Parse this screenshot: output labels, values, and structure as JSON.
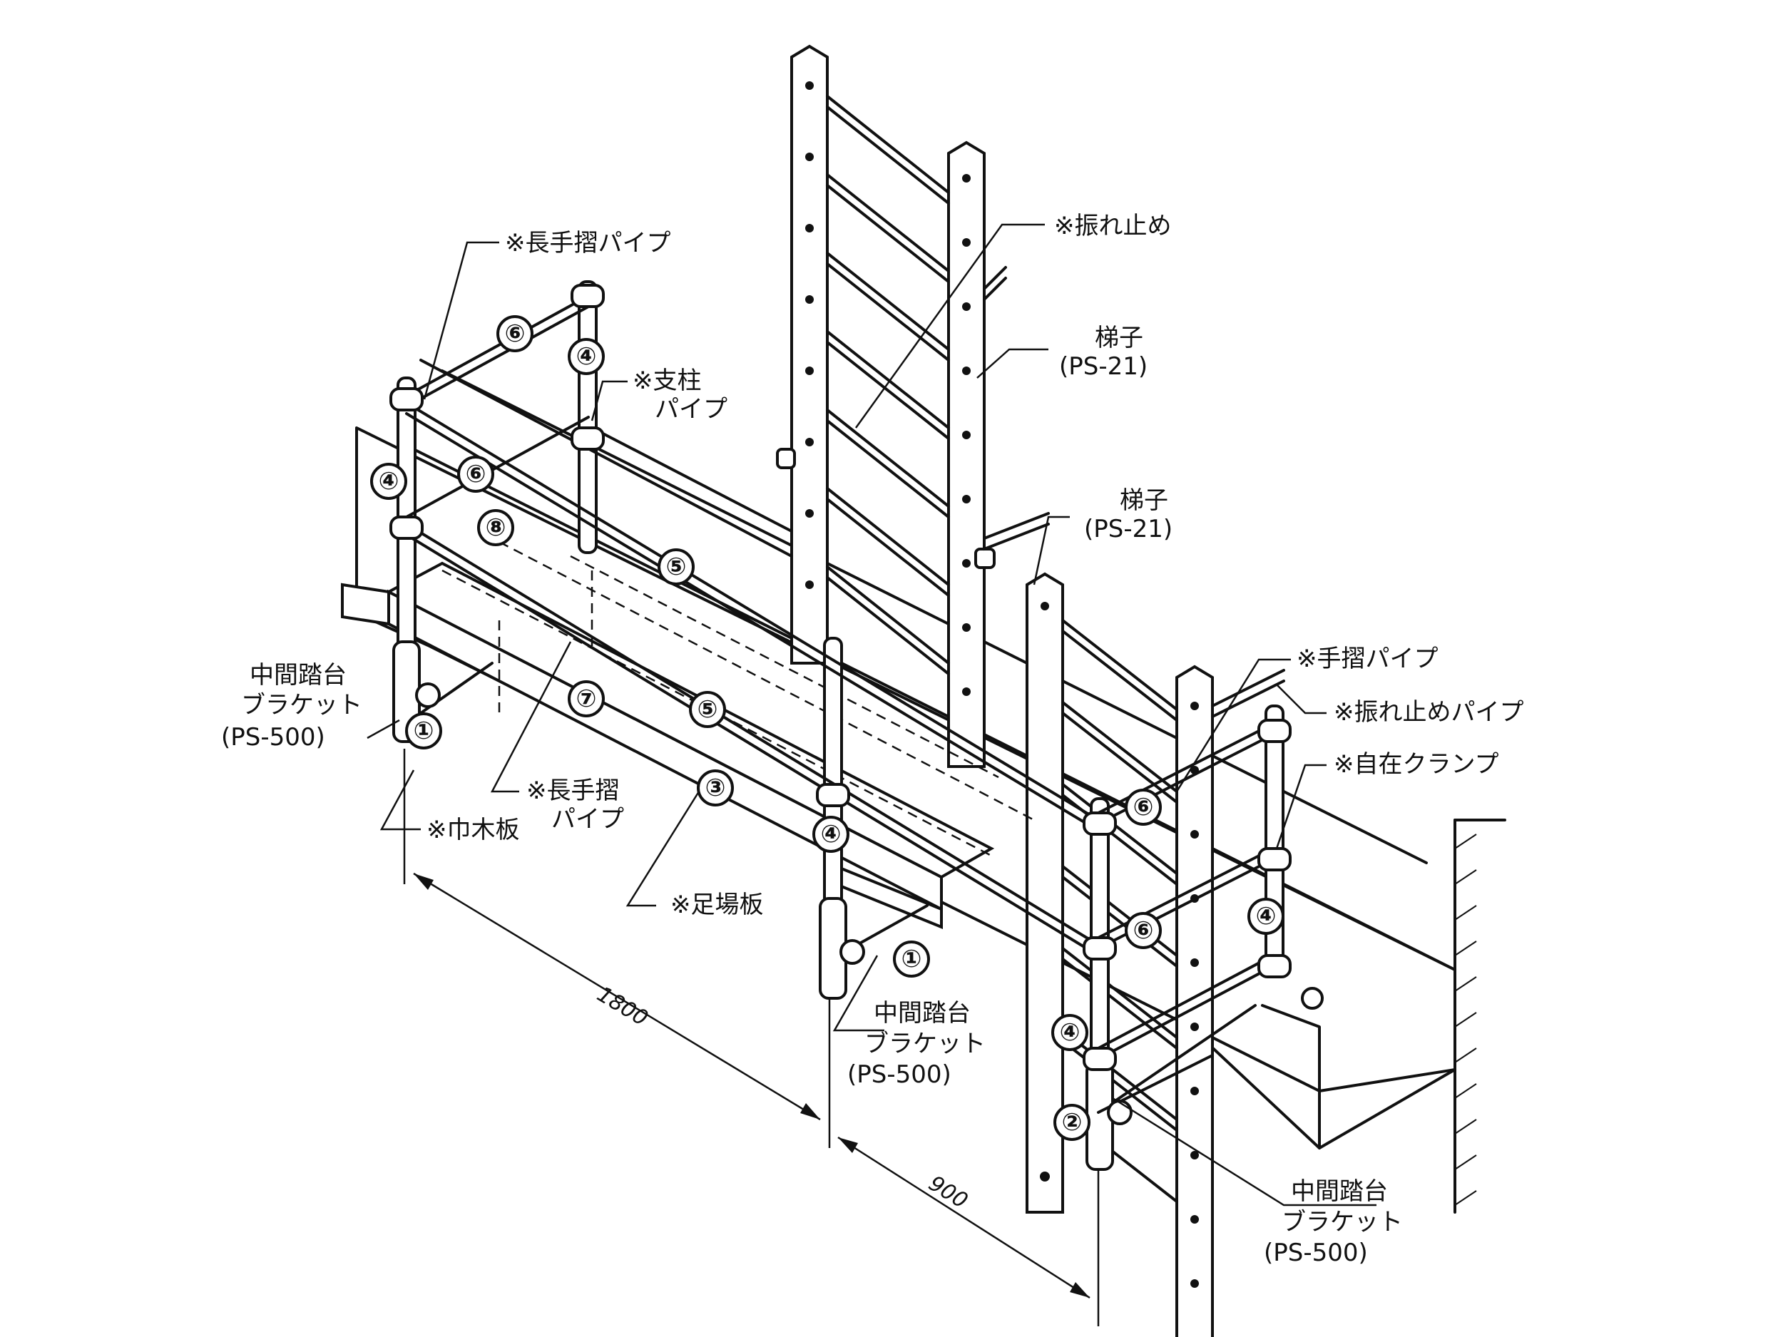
{
  "callouts": {
    "long_handrail_top": "※長手摺パイプ",
    "sway_stop": "※振れ止め",
    "support_pipe_1": "※支柱",
    "support_pipe_2": "パイプ",
    "ladder_a_1": "梯子",
    "ladder_a_2": "(PS-21)",
    "ladder_b_1": "梯子",
    "ladder_b_2": "(PS-21)",
    "handrail_pipe": "※手摺パイプ",
    "sway_stop_pipe": "※振れ止めパイプ",
    "free_clamp": "※自在クランプ",
    "bracket_left_1": "中間踏台",
    "bracket_left_2": "ブラケット",
    "bracket_left_3": "(PS-500)",
    "long_handrail_mid_1": "※長手摺",
    "long_handrail_mid_2": "パイプ",
    "toe_board": "※巾木板",
    "scaffold_board": "※足場板",
    "bracket_mid_1": "中間踏台",
    "bracket_mid_2": "ブラケット",
    "bracket_mid_3": "(PS-500)",
    "bracket_right_1": "中間踏台",
    "bracket_right_2": "ブラケット",
    "bracket_right_3": "(PS-500)"
  },
  "dimensions": {
    "length_1": "1800",
    "length_2": "900"
  },
  "part_numbers": {
    "n1": "①",
    "n2": "②",
    "n3": "③",
    "n4": "④",
    "n5": "⑤",
    "n6": "⑥",
    "n7": "⑦",
    "n8": "⑧"
  }
}
